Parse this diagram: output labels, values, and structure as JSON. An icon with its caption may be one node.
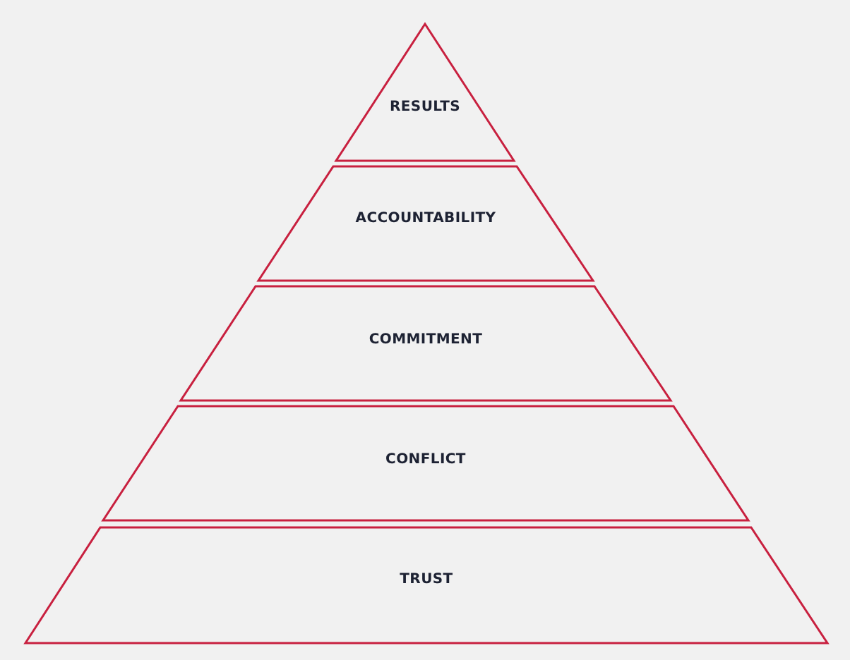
{
  "diagram": {
    "nodes": [
      {
        "text": [
          "RESULTS"
        ]
      },
      {
        "text": [
          "ACCOUNTABILITY"
        ]
      },
      {
        "text": [
          "COMMITMENT"
        ]
      },
      {
        "text": [
          "CONFLICT"
        ]
      },
      {
        "text": [
          "TRUST"
        ]
      }
    ]
  }
}
